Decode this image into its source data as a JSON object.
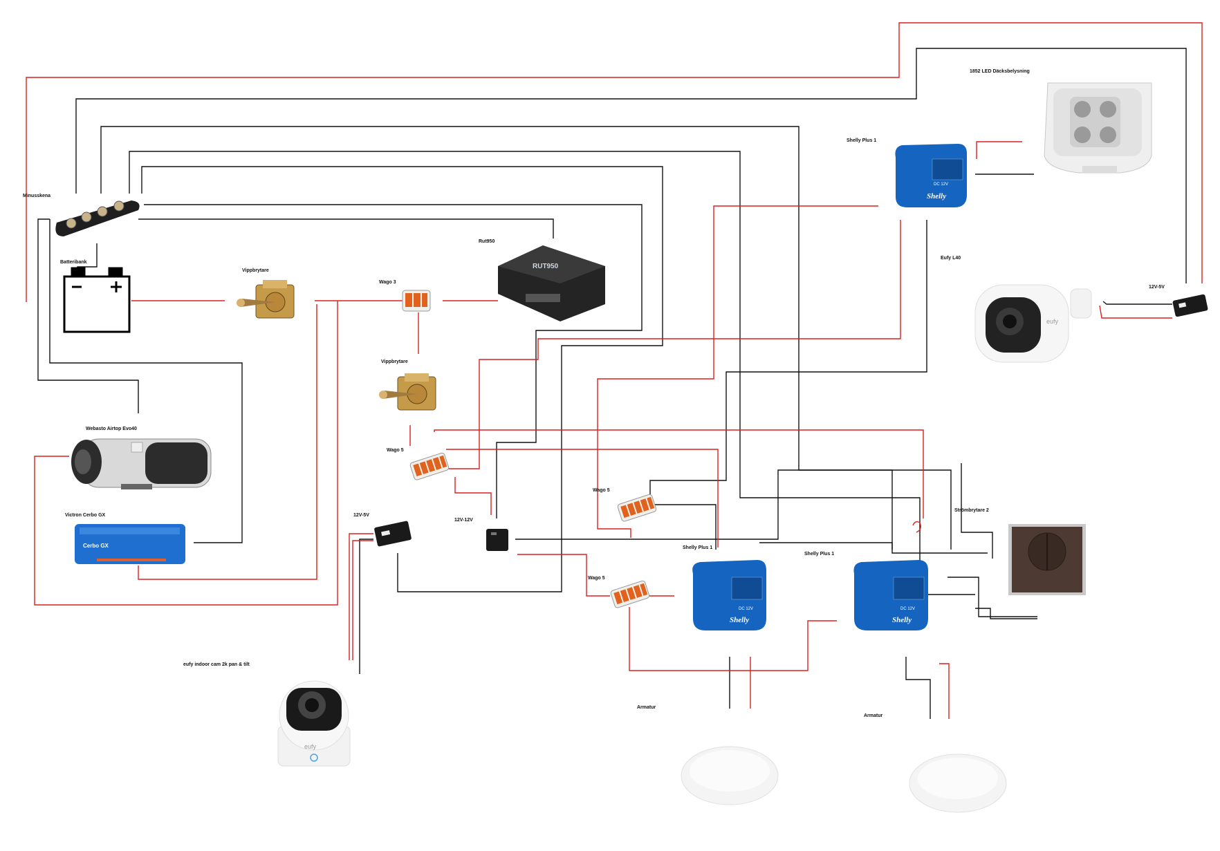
{
  "labels": {
    "minusskena": "Minusskena",
    "batteribank": "Batteribank",
    "vippbrytare_1": "Vippbrytare",
    "wago_3": "Wago 3",
    "rut950": "Rut950",
    "vippbrytare_2": "Vippbrytare",
    "wago_5_a": "Wago 5",
    "webasto": "Webasto Airtop Evo40",
    "victron": "Victron Cerbo GX",
    "conv_12v5v_a": "12V-5V",
    "conv_12v12v": "12V-12V",
    "wago_5_b": "Wago 5",
    "wago_5_c": "Wago 5",
    "shelly_top": "Shelly Plus 1",
    "led_light": "1852 LED Däcksbelysning",
    "eufy_l40": "Eufy L40",
    "conv_12v5v_b": "12V-5V",
    "strombrytare": "Strömbrytare 2",
    "shelly_mid": "Shelly Plus 1",
    "shelly_right": "Shelly Plus 1",
    "eufy_indoor": "eufy indoor cam 2k pan & tilt",
    "armatur_1": "Armatur",
    "armatur_2": "Armatur"
  },
  "device_text": {
    "router_model": "RUT950",
    "cerbo_name": "Cerbo GX",
    "shelly_brand": "Shelly",
    "shelly_voltage": "DC 12V",
    "eufy_logo": "eufy",
    "eufy_l40_logo": "eufy"
  },
  "colors": {
    "positive_wire": "#dd1f1f",
    "negative_wire": "#111111",
    "shelly_blue": "#1565c0",
    "victron_blue": "#1e6fcf",
    "wago_orange": "#e0621c"
  }
}
